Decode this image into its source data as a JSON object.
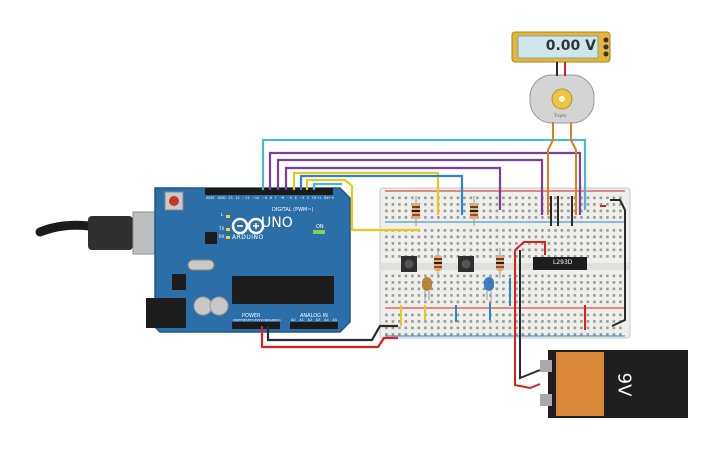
{
  "multimeter": {
    "reading": "0.00 V"
  },
  "arduino": {
    "brand": "ARDUINO",
    "model": "UNO",
    "digital_label": "DIGITAL (PWM~)",
    "analog_label": "ANALOG IN",
    "power_label": "POWER",
    "digital_pins": [
      "AREF",
      "GND",
      "13",
      "12",
      "~11",
      "~10",
      "~9",
      "8",
      "7",
      "~6",
      "~5",
      "4",
      "~3",
      "2",
      "TX→1",
      "RX←0"
    ],
    "analog_pins": [
      "A0",
      "A1",
      "A2",
      "A3",
      "A4",
      "A5"
    ],
    "power_pins": [
      "IOREF",
      "RESET",
      "3.3V",
      "5V",
      "GND",
      "GND",
      "Vin"
    ],
    "led_labels": [
      "L",
      "TX",
      "RX"
    ],
    "on_label": "ON"
  },
  "motor_driver": {
    "label": "L293D"
  },
  "motor": {
    "brand": "T-sync"
  },
  "battery": {
    "label": "9V"
  },
  "colors": {
    "board": "#2b6ea8",
    "breadboard": "#eeeeea",
    "wire_cyan": "#4fb6d8",
    "wire_purple": "#7b3e9a",
    "wire_blue": "#2a86c4",
    "wire_yellow": "#e8c91b",
    "wire_red": "#d9211d",
    "wire_black": "#2a2a2a",
    "wire_orange": "#e07d1c",
    "battery_orange": "#d9883a"
  }
}
